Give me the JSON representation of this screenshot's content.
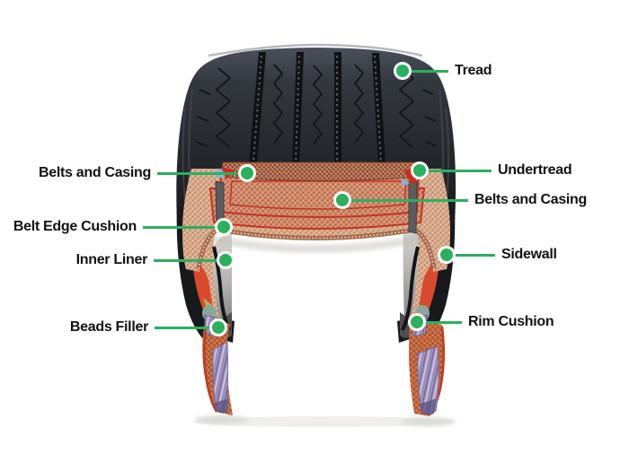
{
  "diagram": {
    "accent_color": "#2bb05e",
    "label_text_color": "#121212",
    "background_color": "#ffffff"
  },
  "labels": [
    {
      "id": "tread",
      "text": "Tread",
      "side": "right"
    },
    {
      "id": "belts-casing-left",
      "text": "Belts and Casing",
      "side": "left"
    },
    {
      "id": "undertread",
      "text": "Undertread",
      "side": "right"
    },
    {
      "id": "belts-casing-right",
      "text": "Belts and Casing",
      "side": "right"
    },
    {
      "id": "belt-edge-cushion",
      "text": "Belt Edge Cushion",
      "side": "left"
    },
    {
      "id": "inner-liner",
      "text": "Inner Liner",
      "side": "left"
    },
    {
      "id": "sidewall",
      "text": "Sidewall",
      "side": "right"
    },
    {
      "id": "beads-filler",
      "text": "Beads Filler",
      "side": "left"
    },
    {
      "id": "rim-cushion",
      "text": "Rim Cushion",
      "side": "right"
    }
  ],
  "part_colors": {
    "tread_rubber": "#2b2e33",
    "belt_mesh": "#d08a6c",
    "casing_mesh": "#d9ab8e",
    "belt_border_red": "#c23322",
    "sidewall_wedge_red": "#d8492d",
    "inner_liner_gray": "#b4b2ae",
    "bead_cords_purple": "#a79ac2",
    "rim_rubber_orange": "#c2673d"
  }
}
